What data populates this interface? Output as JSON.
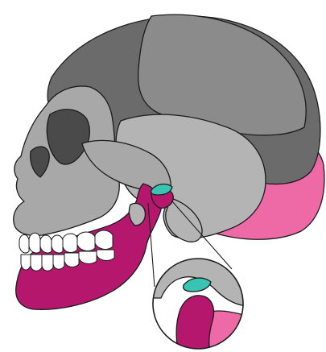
{
  "figure": {
    "subject": "skull-lateral-view-tmj",
    "colors": {
      "background": "#ffffff",
      "outline": "#1c1c1c",
      "cranium_dark": "#6b6b6b",
      "cranium_mid": "#8b8b8b",
      "face_light": "#a8a8a8",
      "temporal_light": "#b4b4b4",
      "orbit": "#4a4a4a",
      "mandible": "#b5176c",
      "muscle_pink": "#ee6aa6",
      "teeth": "#ffffff",
      "disc": "#39c3b2"
    },
    "callout": {
      "style": "magnified-circle",
      "shows": "temporomandibular-joint-disc"
    }
  }
}
